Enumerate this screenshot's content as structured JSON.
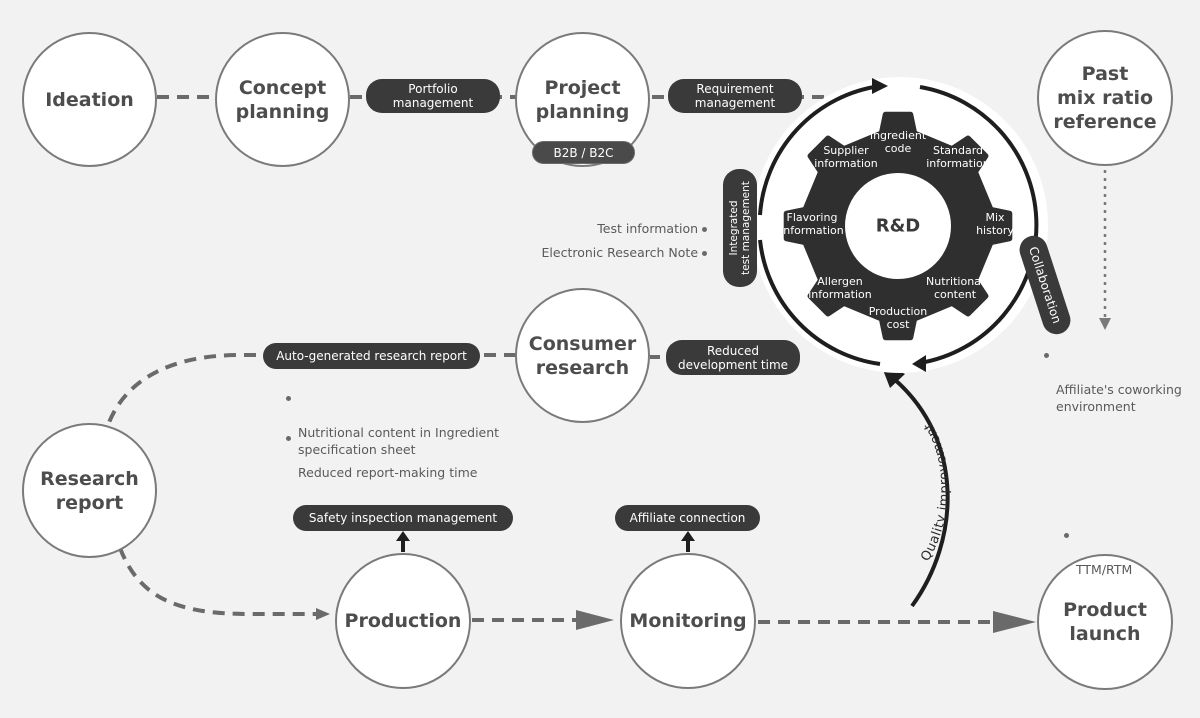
{
  "nodes": {
    "ideation": "Ideation",
    "concept_planning": "Concept\nplanning",
    "project_planning": "Project\nplanning",
    "past_mix": "Past\nmix ratio\nreference",
    "consumer_research": "Consumer\nresearch",
    "research_report": "Research\nreport",
    "production": "Production",
    "monitoring": "Monitoring",
    "product_launch": "Product\nlaunch"
  },
  "pills": {
    "portfolio": "Portfolio\nmanagement",
    "requirement": "Requirement\nmanagement",
    "b2b": "B2B / B2C",
    "auto_report": "Auto-generated research report",
    "reduced_dev": "Reduced\ndevelopment time",
    "safety": "Safety inspection management",
    "affiliate_conn": "Affiliate connection",
    "integrated_test": "Integrated\ntest management",
    "collaboration": "Collaboration"
  },
  "notes": {
    "test_info": "Test information",
    "electronic_note": "Electronic Research Note",
    "nutri_spec": "Nutritional content in Ingredient\nspecification sheet",
    "reduced_report": "Reduced report-making time",
    "affiliate_cowork": "Affiliate's coworking\nenvironment",
    "ttm": "TTM/RTM"
  },
  "gear": {
    "center": "R&D",
    "items": [
      "Ingredient\ncode",
      "Standard\ninformation",
      "Mix\nhistory",
      "Nutritional\ncontent",
      "Production\ncost",
      "Allergen\ninformation",
      "Flavoring\ninformation",
      "Supplier\ninformation"
    ]
  },
  "arc_label": "Quality improvement",
  "colors": {
    "background": "#f2f2f2",
    "pill": "#3a3a3a",
    "gear": "#2f2f2f",
    "connector": "#6a6a6a",
    "node_text": "#4d4d4d"
  }
}
